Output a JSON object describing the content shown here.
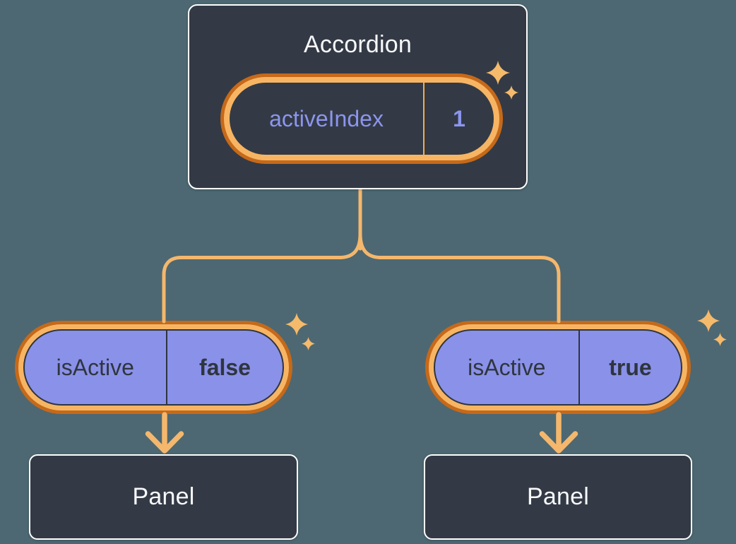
{
  "palette": {
    "bg": "#4D6872",
    "node_dark": "#333A45",
    "node_border": "#FFFFFF",
    "ring_outer": "#C5691A",
    "ring_inner": "#F7B563",
    "pill_purple": "#8A91E8",
    "pill_divider_dark": "#2F3540",
    "text_light": "#F7F8FA",
    "text_dark": "#2F353F",
    "text_purple": "#8C95EE",
    "connector": "#F5B76C",
    "divider_orange": "#EFAC55",
    "sparkle": "#F6BA6B"
  },
  "accordion": {
    "title": "Accordion",
    "state": {
      "name": "activeIndex",
      "value": "1"
    }
  },
  "children": [
    {
      "state": {
        "name": "isActive",
        "value": "false"
      },
      "panel_label": "Panel"
    },
    {
      "state": {
        "name": "isActive",
        "value": "true"
      },
      "panel_label": "Panel"
    }
  ],
  "icons": {
    "sparkle": "four-point-star ✦",
    "arrow": "arrow-down"
  }
}
